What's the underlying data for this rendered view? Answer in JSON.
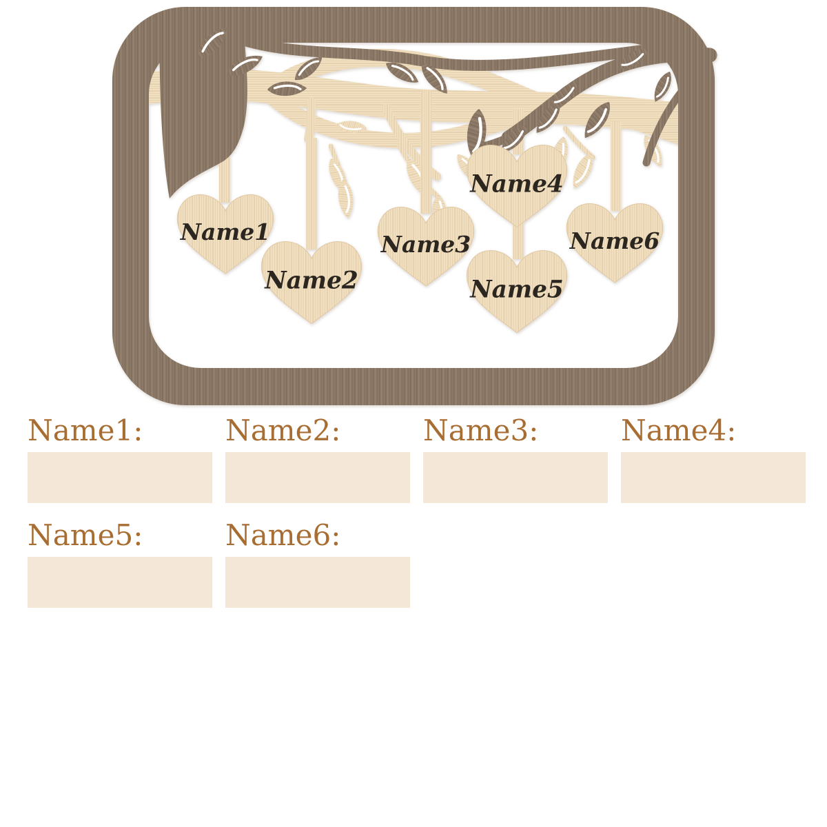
{
  "sign": {
    "colors": {
      "frame_wood": "#8c7967",
      "frame_wood_grain": "#7b6a59",
      "light_wood": "#f0dfc0",
      "light_wood_grain": "#dcc19b",
      "heart_text": "#2c2620"
    },
    "hearts": [
      {
        "label": "Name1"
      },
      {
        "label": "Name2"
      },
      {
        "label": "Name3"
      },
      {
        "label": "Name4"
      },
      {
        "label": "Name5"
      },
      {
        "label": "Name6"
      }
    ]
  },
  "form": {
    "label_color": "#a86d33",
    "field_bg": "#f4e7d8",
    "fields": [
      {
        "label": "Name1:",
        "value": ""
      },
      {
        "label": "Name2:",
        "value": ""
      },
      {
        "label": "Name3:",
        "value": ""
      },
      {
        "label": "Name4:",
        "value": ""
      },
      {
        "label": "Name5:",
        "value": ""
      },
      {
        "label": "Name6:",
        "value": ""
      }
    ]
  }
}
